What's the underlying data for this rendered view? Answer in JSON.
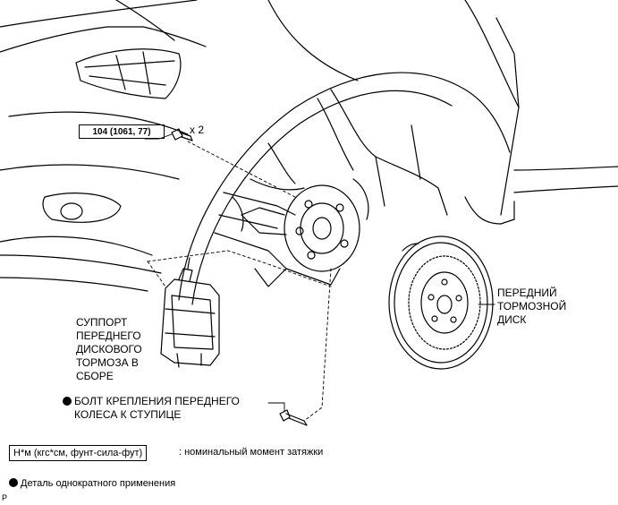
{
  "callouts": {
    "torque_value": "104 (1061, 77)",
    "quantity": "x 2",
    "caliper": [
      "СУППОРТ",
      "ПЕРЕДНЕГО",
      "ДИСКОВОГО",
      "ТОРМОЗА В",
      "СБОРЕ"
    ],
    "disc": [
      "ПЕРЕДНИЙ",
      "ТОРМОЗНОЙ",
      "ДИСК"
    ],
    "hub_bolt": [
      "БОЛТ КРЕПЛЕНИЯ ПЕРЕДНЕГО",
      "КОЛЕСА К СТУПИЦЕ"
    ]
  },
  "legend": {
    "torque_unit_box": "Н*м (кгс*см, фунт-сила-фут)",
    "torque_desc": ": номинальный момент затяжки",
    "one_time_use": "Деталь однократного применения"
  },
  "footer": {
    "mark": "P"
  }
}
